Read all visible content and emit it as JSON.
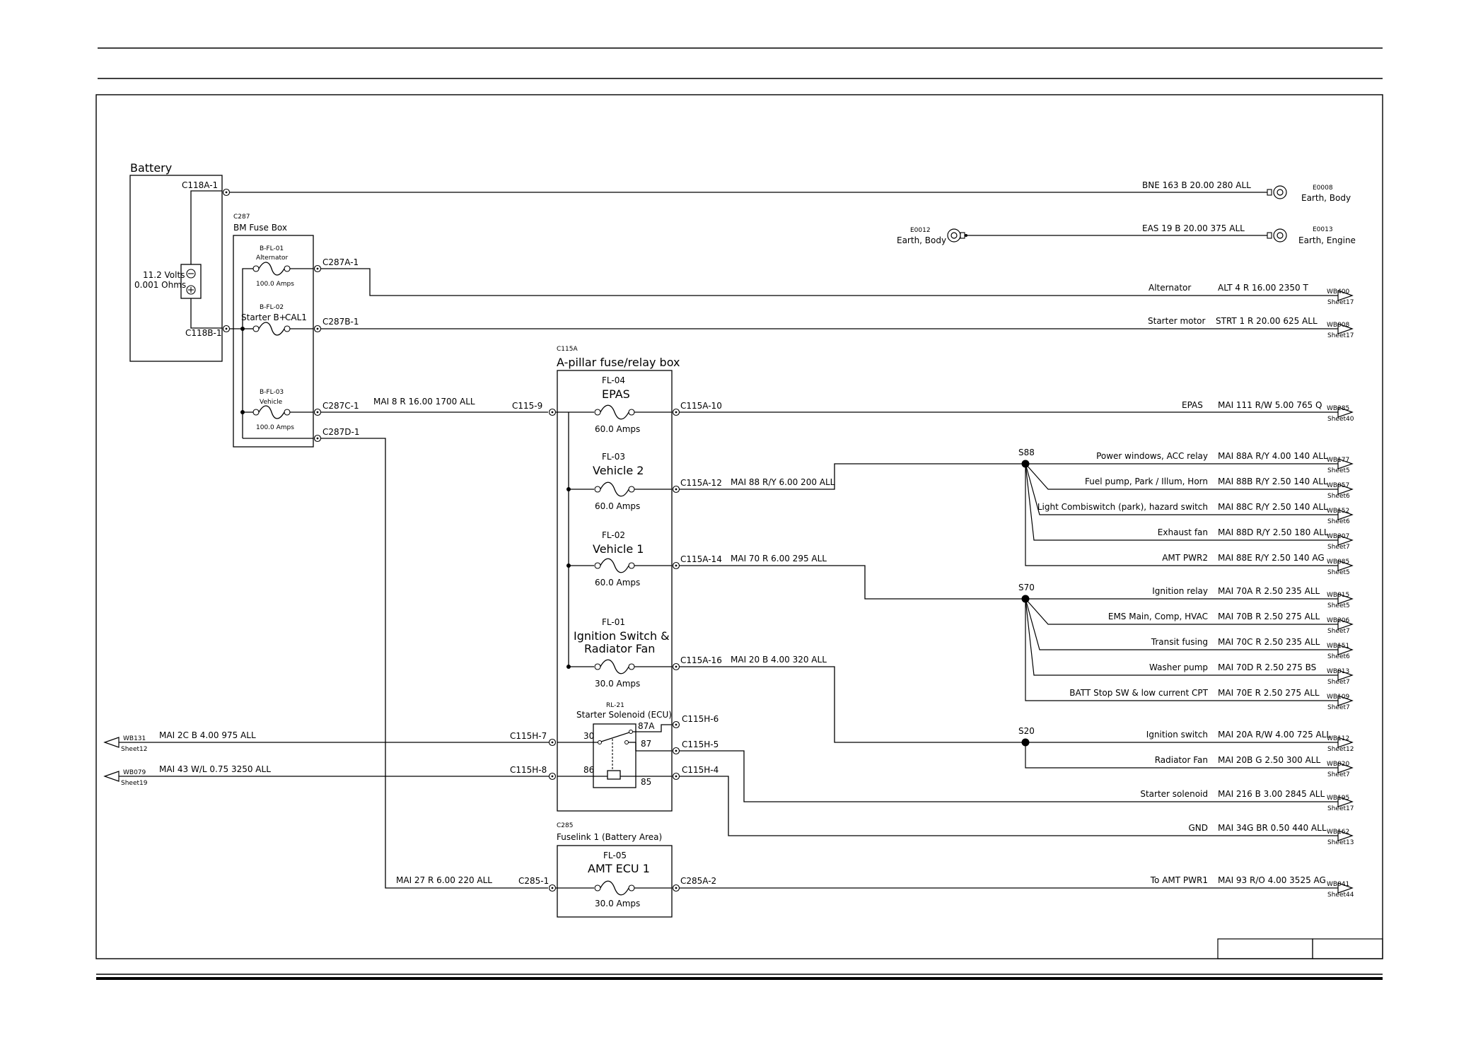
{
  "battery": {
    "title": "Battery",
    "pos_pin": "C118A-1",
    "neg_pin": "C118B-1",
    "volts": "11.2 Volts",
    "ohms": "0.001 Ohms"
  },
  "fusebox": {
    "id": "C287",
    "name": "BM Fuse Box",
    "fuses": [
      {
        "id": "B-FL-01",
        "name": "Alternator",
        "rating": "100.0 Amps",
        "pin": "C287A-1"
      },
      {
        "id": "B-FL-02",
        "name": "Starter B+",
        "cal": "CAL1",
        "pin": "C287B-1"
      },
      {
        "id": "B-FL-03",
        "name": "Vehicle",
        "rating": "100.0 Amps",
        "pin": "C287C-1"
      }
    ],
    "extra_pin": "C287D-1"
  },
  "relaybox": {
    "id": "C115A",
    "name": "A-pillar fuse/relay box",
    "input_pin": "C115-9",
    "fuses": [
      {
        "id": "FL-04",
        "name": "EPAS",
        "rating": "60.0 Amps",
        "pin": "C115A-10"
      },
      {
        "id": "FL-03",
        "name": "Vehicle 2",
        "rating": "60.0 Amps",
        "pin": "C115A-12"
      },
      {
        "id": "FL-02",
        "name": "Vehicle 1",
        "rating": "60.0 Amps",
        "pin": "C115A-14"
      },
      {
        "id": "FL-01",
        "name1": "Ignition Switch &",
        "name2": "Radiator Fan",
        "rating": "30.0 Amps",
        "pin": "C115A-16"
      }
    ],
    "relay": {
      "id": "RL-21",
      "name": "Starter Solenoid (ECU)",
      "t30": "30",
      "t87a": "87A",
      "t87": "87",
      "t86": "86",
      "t85": "85",
      "pin_30": "C115H-7",
      "pin_86": "C115H-8",
      "pin_87a": "C115H-6",
      "pin_87": "C115H-5",
      "pin_85": "C115H-4"
    }
  },
  "fuselink": {
    "id": "C285",
    "name": "Fuselink 1 (Battery Area)",
    "fuse_id": "FL-05",
    "fuse_name": "AMT ECU 1",
    "rating": "30.0 Amps",
    "pin_in": "C285-1",
    "pin_out": "C285A-2"
  },
  "wire_labels": {
    "fusebox_to_relaybox": "MAI  8  R  16.00  1700  ALL",
    "fusebox_to_fuselink": "MAI   27  R  6.00  220  ALL",
    "fl03_to_s88": "MAI  88  R/Y  6.00  200  ALL",
    "fl02_to_s70": "MAI  70  R  6.00  295  ALL",
    "fl01_to_s20": "MAI  20  B  4.00  320  ALL"
  },
  "splices": {
    "s88": "S88",
    "s70": "S70",
    "s20": "S20"
  },
  "earths": {
    "e0008": {
      "wire": "BNE  163  B  20.00  280  ALL",
      "id": "E0008",
      "name": "Earth,  Body"
    },
    "e0013": {
      "wire": "EAS  19  B  20.00  375  ALL",
      "id": "E0013",
      "name": "Earth,  Engine"
    },
    "e0012": {
      "id": "E0012",
      "name": "Earth,  Body"
    }
  },
  "outputs": [
    {
      "desc": "Alternator",
      "wire": "ALT  4  R  16.00  2350  T",
      "ref": "WB400",
      "sheet": "Sheet17"
    },
    {
      "desc": "Starter motor",
      "wire": "STRT  1  R  20.00  625  ALL",
      "ref": "WB008",
      "sheet": "Sheet17"
    },
    {
      "desc": "EPAS",
      "wire": "MAI  111  R/W  5.00  765  Q",
      "ref": "WB285",
      "sheet": "Sheet40"
    },
    {
      "desc": "Power windows, ACC relay",
      "wire": "MAI  88A  R/Y  4.00  140  ALL",
      "ref": "WB177",
      "sheet": "Sheet5"
    },
    {
      "desc": "Fuel pump, Park / Illum, Horn",
      "wire": "MAI  88B  R/Y  2.50  140  ALL",
      "ref": "WB057",
      "sheet": "Sheet6"
    },
    {
      "desc": "Light Combiswitch (park), hazard switch",
      "wire": "MAI  88C  R/Y  2.50  140  ALL",
      "ref": "WB152",
      "sheet": "Sheet6"
    },
    {
      "desc": "Exhaust fan",
      "wire": "MAI  88D  R/Y  2.50  180  ALL",
      "ref": "WB207",
      "sheet": "Sheet7"
    },
    {
      "desc": "AMT PWR2",
      "wire": "MAI  88E  R/Y  2.50  140  AG",
      "ref": "WB085",
      "sheet": "Sheet5"
    },
    {
      "desc": "Ignition relay",
      "wire": "MAI  70A  R  2.50  235  ALL",
      "ref": "WB015",
      "sheet": "Sheet5"
    },
    {
      "desc": "EMS Main, Comp, HVAC",
      "wire": "MAI  70B  R  2.50  275  ALL",
      "ref": "WB206",
      "sheet": "Sheet7"
    },
    {
      "desc": "Transit fusing",
      "wire": "MAI  70C  R  2.50  235  ALL",
      "ref": "WB151",
      "sheet": "Sheet6"
    },
    {
      "desc": "Washer pump",
      "wire": "MAI  70D  R  2.50  275  BS",
      "ref": "WB013",
      "sheet": "Sheet7"
    },
    {
      "desc": "BATT Stop SW & low current CPT",
      "wire": "MAI  70E  R  2.50  275  ALL",
      "ref": "WB109",
      "sheet": "Sheet7"
    },
    {
      "desc": "Ignition switch",
      "wire": "MAI  20A  R/W  4.00  725  ALL",
      "ref": "WB112",
      "sheet": "Sheet12"
    },
    {
      "desc": "Radiator Fan",
      "wire": "MAI  20B  G  2.50  300  ALL",
      "ref": "WB020",
      "sheet": "Sheet7"
    },
    {
      "desc": "Starter   solenoid",
      "wire": "MAI  216  B  3.00  2845  ALL",
      "ref": "WB195",
      "sheet": "Sheet17"
    },
    {
      "desc": "GND",
      "wire": "MAI  34G  BR  0.50  440  ALL",
      "ref": "WB162",
      "sheet": "Sheet13"
    },
    {
      "desc": "To AMT PWR1",
      "wire": "MAI  93  R/O  4.00  3525  AG",
      "ref": "WB041",
      "sheet": "Sheet44"
    }
  ],
  "left_outputs": [
    {
      "wire": "MAI   2C  B  4.00  975  ALL",
      "ref": "WB131",
      "sheet": "Sheet12"
    },
    {
      "wire": "MAI   43  W/L  0.75  3250  ALL",
      "ref": "WB079",
      "sheet": "Sheet19"
    }
  ]
}
